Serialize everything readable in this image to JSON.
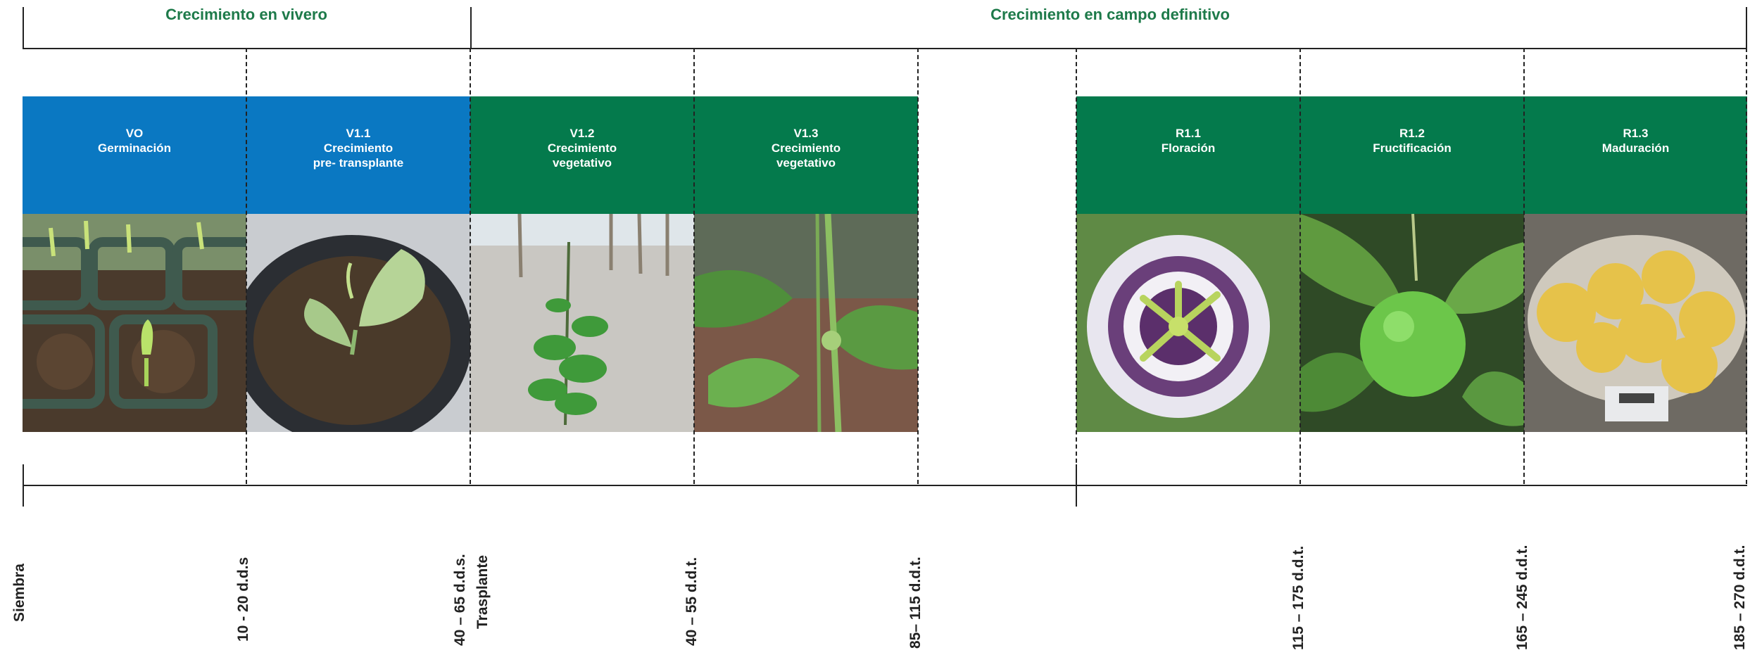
{
  "phases": {
    "nursery": "Crecimiento en vivero",
    "field": "Crecimiento en campo definitivo"
  },
  "stages": [
    {
      "code": "VO",
      "lines": [
        "Germinación"
      ],
      "color": "#0a78c2",
      "photo": "germinating-seedling-photo"
    },
    {
      "code": "V1.1",
      "lines": [
        "Crecimiento",
        "pre- transplante"
      ],
      "color": "#0a78c2",
      "photo": "potted-seedling-photo"
    },
    {
      "code": "V1.2",
      "lines": [
        "Crecimiento",
        "vegetativo"
      ],
      "color": "#047a4c",
      "photo": "young-vine-in-field-photo"
    },
    {
      "code": "V1.3",
      "lines": [
        "Crecimiento",
        "vegetativo"
      ],
      "color": "#047a4c",
      "photo": "vine-stem-closeup-photo"
    },
    {
      "code": "R1.1",
      "lines": [
        "Floración"
      ],
      "color": "#047a4c",
      "photo": "passion-flower-photo"
    },
    {
      "code": "R1.2",
      "lines": [
        "Fructificación"
      ],
      "color": "#047a4c",
      "photo": "green-passion-fruit-photo"
    },
    {
      "code": "R1.3",
      "lines": [
        "Maduración"
      ],
      "color": "#047a4c",
      "photo": "ripe-fruits-in-bowl-photo"
    }
  ],
  "timeline_labels": [
    {
      "lines": [
        "Siembra"
      ]
    },
    {
      "lines": [
        "10 - 20  d.d.s"
      ]
    },
    {
      "lines": [
        "40 – 65  d.d.s.",
        "Trasplante"
      ]
    },
    {
      "lines": [
        "40 – 55  d.d.t."
      ]
    },
    {
      "lines": [
        "85– 115  d.d.t."
      ]
    },
    {
      "lines": [
        "115 – 175  d.d.t."
      ]
    },
    {
      "lines": [
        "165 – 245  d.d.t."
      ]
    },
    {
      "lines": [
        "185 – 270  d.d.t."
      ]
    }
  ]
}
